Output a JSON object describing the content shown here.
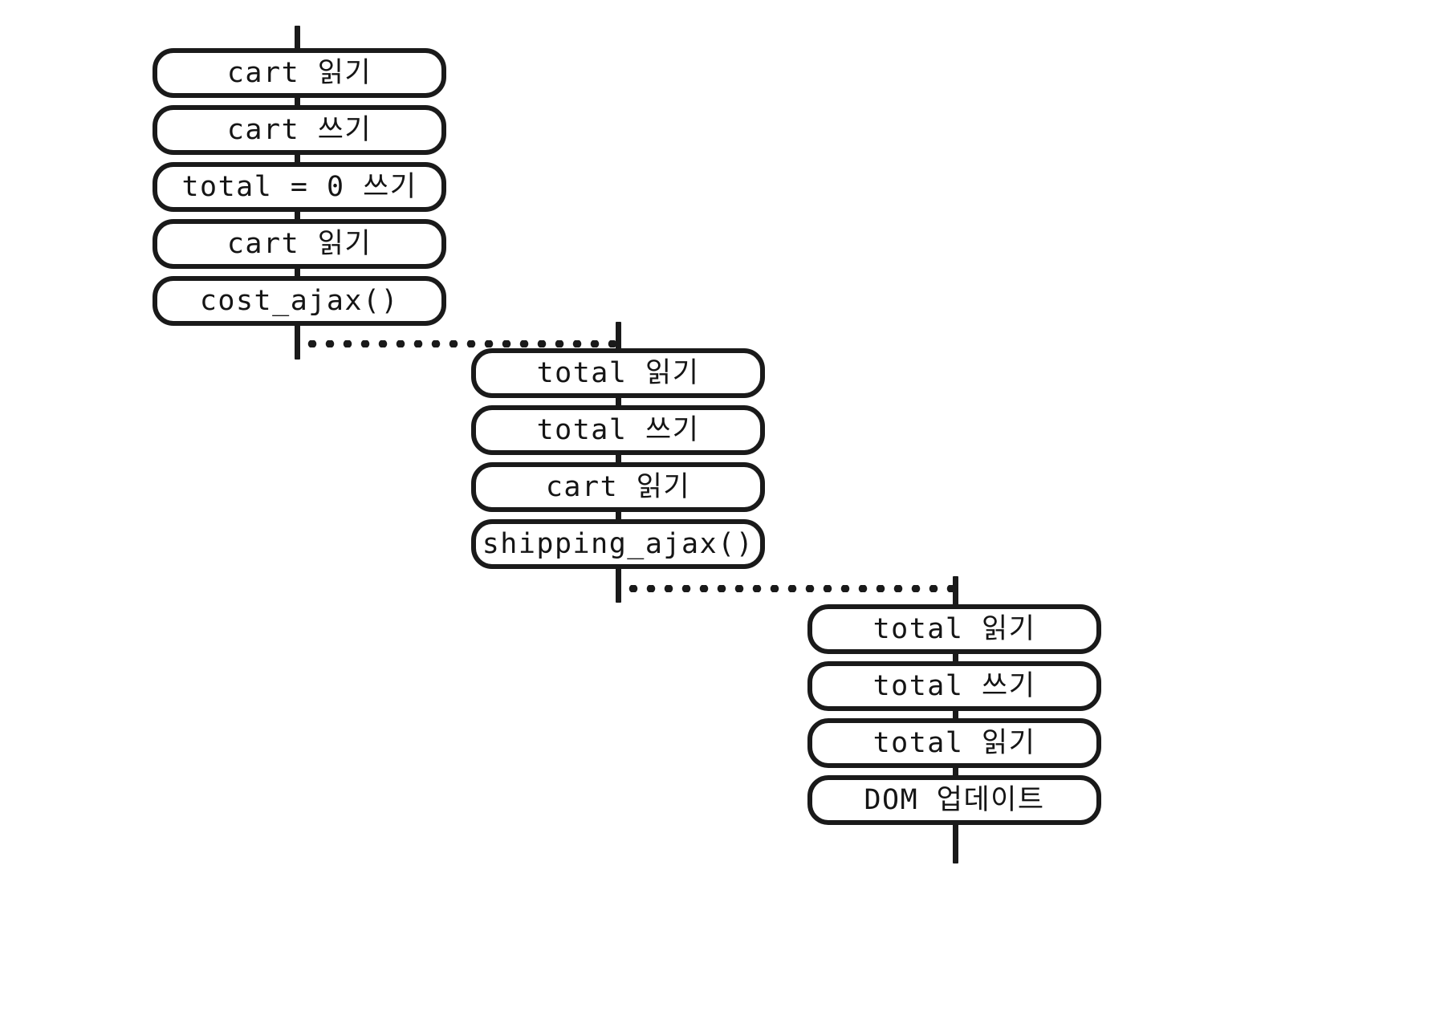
{
  "diagram": {
    "title": "",
    "type": "timeline-sequence",
    "style": "hand-drawn",
    "colors": {
      "stroke": "#1a1a1a",
      "background": "#ffffff",
      "text": "#151515"
    },
    "timelines": [
      {
        "id": "timeline-1",
        "name": "cost-timeline",
        "steps": [
          {
            "label": "cart 읽기"
          },
          {
            "label": "cart 쓰기"
          },
          {
            "label": "total = 0 쓰기"
          },
          {
            "label": "cart 읽기"
          },
          {
            "label": "cost_ajax()"
          }
        ]
      },
      {
        "id": "timeline-2",
        "name": "shipping-timeline",
        "steps": [
          {
            "label": "total 읽기"
          },
          {
            "label": "total 쓰기"
          },
          {
            "label": "cart 읽기"
          },
          {
            "label": "shipping_ajax()"
          }
        ]
      },
      {
        "id": "timeline-3",
        "name": "dom-timeline",
        "steps": [
          {
            "label": "total 읽기"
          },
          {
            "label": "total 쓰기"
          },
          {
            "label": "total 읽기"
          },
          {
            "label": "DOM 업데이트"
          }
        ]
      }
    ],
    "connectors": [
      {
        "id": "connector-1",
        "from": "timeline-1",
        "to": "timeline-2",
        "style": "dotted"
      },
      {
        "id": "connector-2",
        "from": "timeline-2",
        "to": "timeline-3",
        "style": "dotted"
      }
    ]
  }
}
